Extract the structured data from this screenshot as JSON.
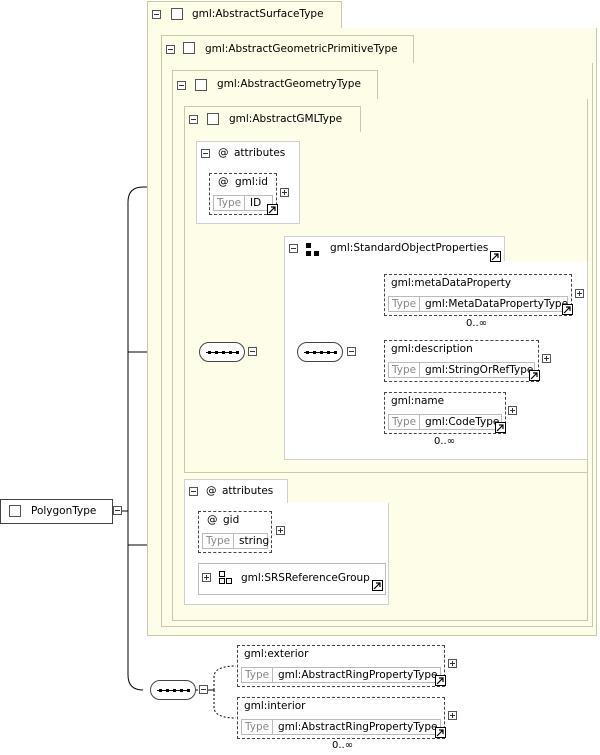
{
  "root": {
    "label": "PolygonType"
  },
  "frames": {
    "surface": "gml:AbstractSurfaceType",
    "geometric_primitive": "gml:AbstractGeometricPrimitiveType",
    "geometry": "gml:AbstractGeometryType",
    "gml": "gml:AbstractGMLType"
  },
  "attributes_gml": {
    "header": "attributes",
    "at": "@",
    "attr_name": "gml:id",
    "type_label": "Type",
    "type_value": "ID"
  },
  "standard_object_properties": {
    "title": "gml:StandardObjectProperties",
    "elements": [
      {
        "name": "gml:metaDataProperty",
        "type_label": "Type",
        "type_value": "gml:MetaDataPropertyType",
        "occurs": "0..∞"
      },
      {
        "name": "gml:description",
        "type_label": "Type",
        "type_value": "gml:StringOrRefType",
        "occurs": ""
      },
      {
        "name": "gml:name",
        "type_label": "Type",
        "type_value": "gml:CodeType",
        "occurs": "0..∞"
      }
    ]
  },
  "attributes_polygon": {
    "header": "attributes",
    "at": "@",
    "attr_name": "gid",
    "type_label": "Type",
    "type_value": "string",
    "group": "gml:SRSReferenceGroup"
  },
  "polygon_elements": [
    {
      "name": "gml:exterior",
      "type_label": "Type",
      "type_value": "gml:AbstractRingPropertyType",
      "occurs": ""
    },
    {
      "name": "gml:interior",
      "type_label": "Type",
      "type_value": "gml:AbstractRingPropertyType",
      "occurs": "0..∞"
    }
  ]
}
